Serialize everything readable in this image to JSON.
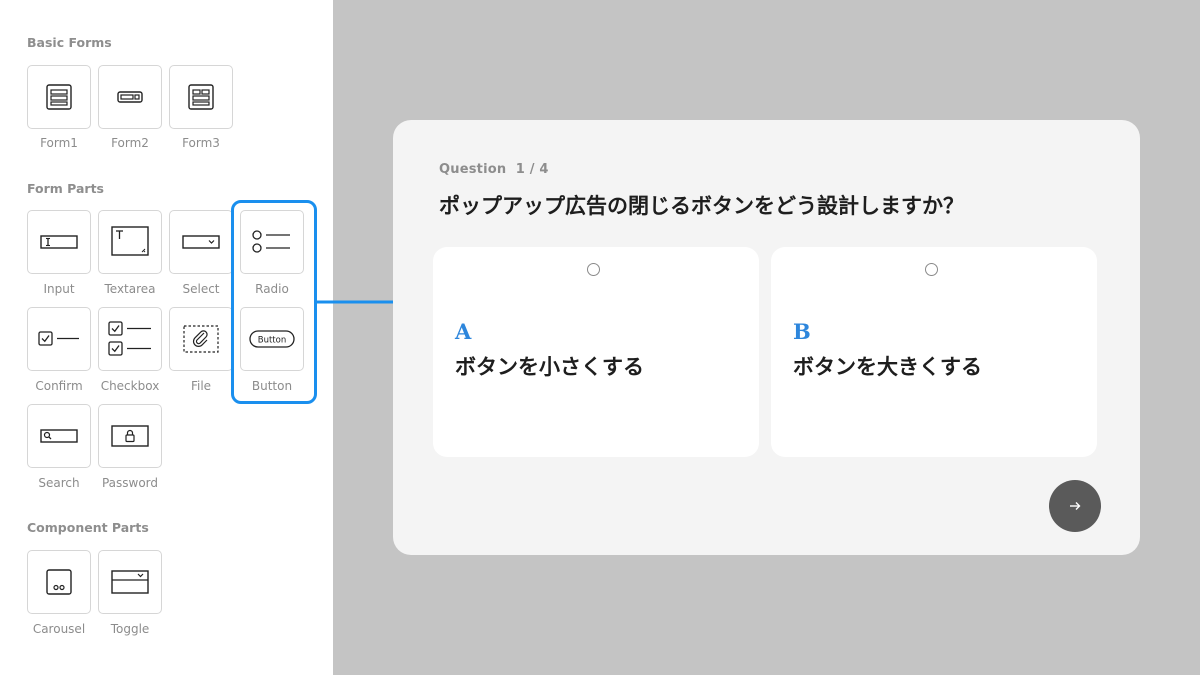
{
  "sidebar": {
    "basic_forms": {
      "title": "Basic Forms",
      "items": [
        {
          "label": "Form1",
          "icon": "form-list-icon"
        },
        {
          "label": "Form2",
          "icon": "form-field-icon"
        },
        {
          "label": "Form3",
          "icon": "form-grid-icon"
        }
      ]
    },
    "form_parts": {
      "title": "Form Parts",
      "items": [
        {
          "label": "Input",
          "icon": "text-input-icon"
        },
        {
          "label": "Textarea",
          "icon": "textarea-icon"
        },
        {
          "label": "Select",
          "icon": "select-dropdown-icon"
        },
        {
          "label": "Radio",
          "icon": "radio-list-icon"
        },
        {
          "label": "Confirm",
          "icon": "confirm-checkbox-icon"
        },
        {
          "label": "Checkbox",
          "icon": "checkbox-list-icon"
        },
        {
          "label": "File",
          "icon": "paperclip-icon"
        },
        {
          "label": "Button",
          "icon": "button-pill-icon",
          "icon_text": "Button"
        },
        {
          "label": "Search",
          "icon": "search-field-icon"
        },
        {
          "label": "Password",
          "icon": "lock-field-icon"
        }
      ]
    },
    "component_parts": {
      "title": "Component Parts",
      "items": [
        {
          "label": "Carousel",
          "icon": "carousel-icon"
        },
        {
          "label": "Toggle",
          "icon": "toggle-accordion-icon"
        }
      ]
    }
  },
  "quiz": {
    "counter": "Question  1 / 4",
    "question": "ポップアップ広告の閉じるボタンをどう設計しますか？",
    "options": [
      {
        "letter": "A",
        "text": "ボタンを小さくする"
      },
      {
        "letter": "B",
        "text": "ボタンを大きくする"
      }
    ],
    "next_icon": "arrow-right-icon"
  },
  "colors": {
    "accent": "#1a8fee",
    "letter_blue": "#2d86dc",
    "next_button": "#5a5a5a",
    "canvas_bg": "#c4c4c4",
    "card_bg": "#f4f4f4"
  }
}
